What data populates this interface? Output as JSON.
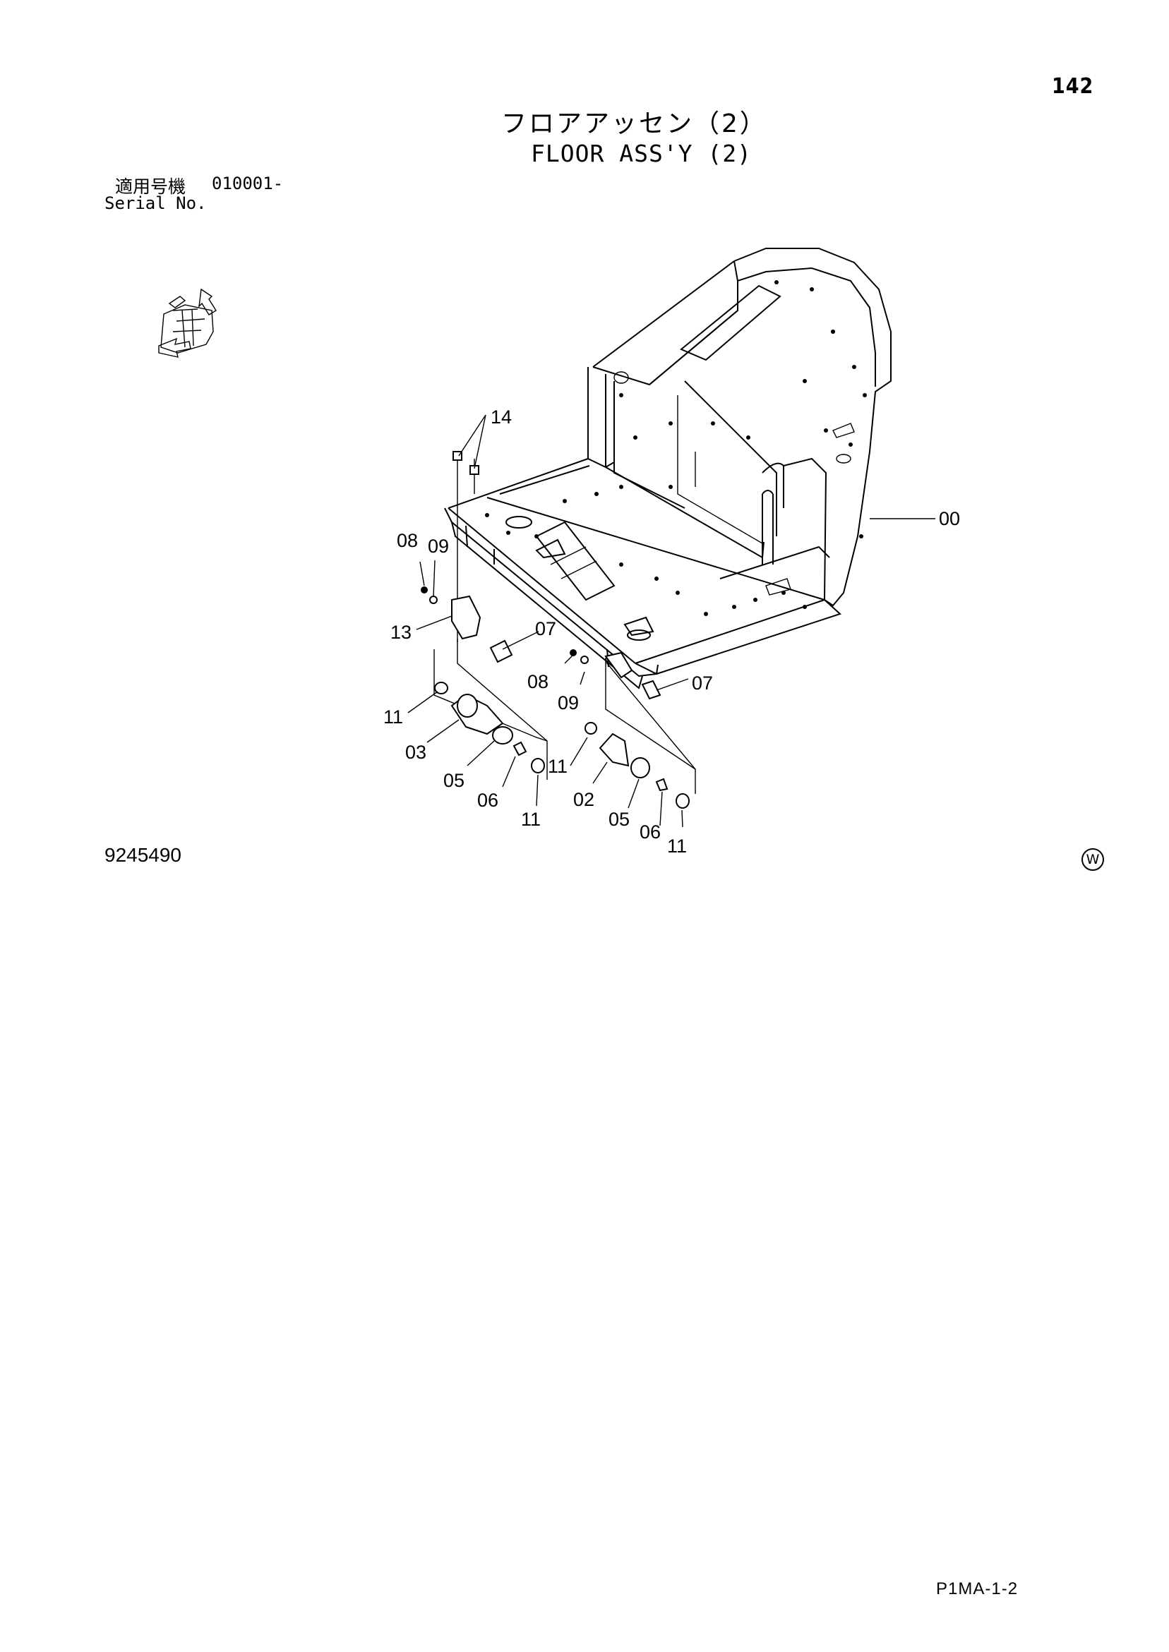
{
  "page_number": "142",
  "title_jp": "フロアアッセン（2）",
  "title_en": "FLOOR ASS'Y (2)",
  "serial": {
    "label_jp": "適用号機",
    "value": "010001-",
    "label_en": "Serial No."
  },
  "callouts": [
    {
      "id": "14",
      "text": "14"
    },
    {
      "id": "00",
      "text": "00"
    },
    {
      "id": "08a",
      "text": "08"
    },
    {
      "id": "09a",
      "text": "09"
    },
    {
      "id": "13",
      "text": "13"
    },
    {
      "id": "07a",
      "text": "07"
    },
    {
      "id": "08b",
      "text": "08"
    },
    {
      "id": "09b",
      "text": "09"
    },
    {
      "id": "07b",
      "text": "07"
    },
    {
      "id": "11a",
      "text": "11"
    },
    {
      "id": "03",
      "text": "03"
    },
    {
      "id": "05a",
      "text": "05"
    },
    {
      "id": "06a",
      "text": "06"
    },
    {
      "id": "11b",
      "text": "11"
    },
    {
      "id": "11c",
      "text": "11"
    },
    {
      "id": "02",
      "text": "02"
    },
    {
      "id": "05b",
      "text": "05"
    },
    {
      "id": "06b",
      "text": "06"
    },
    {
      "id": "11d",
      "text": "11"
    }
  ],
  "doc_number": "9245490",
  "w_mark": "W",
  "footer_code": "P1MA-1-2"
}
